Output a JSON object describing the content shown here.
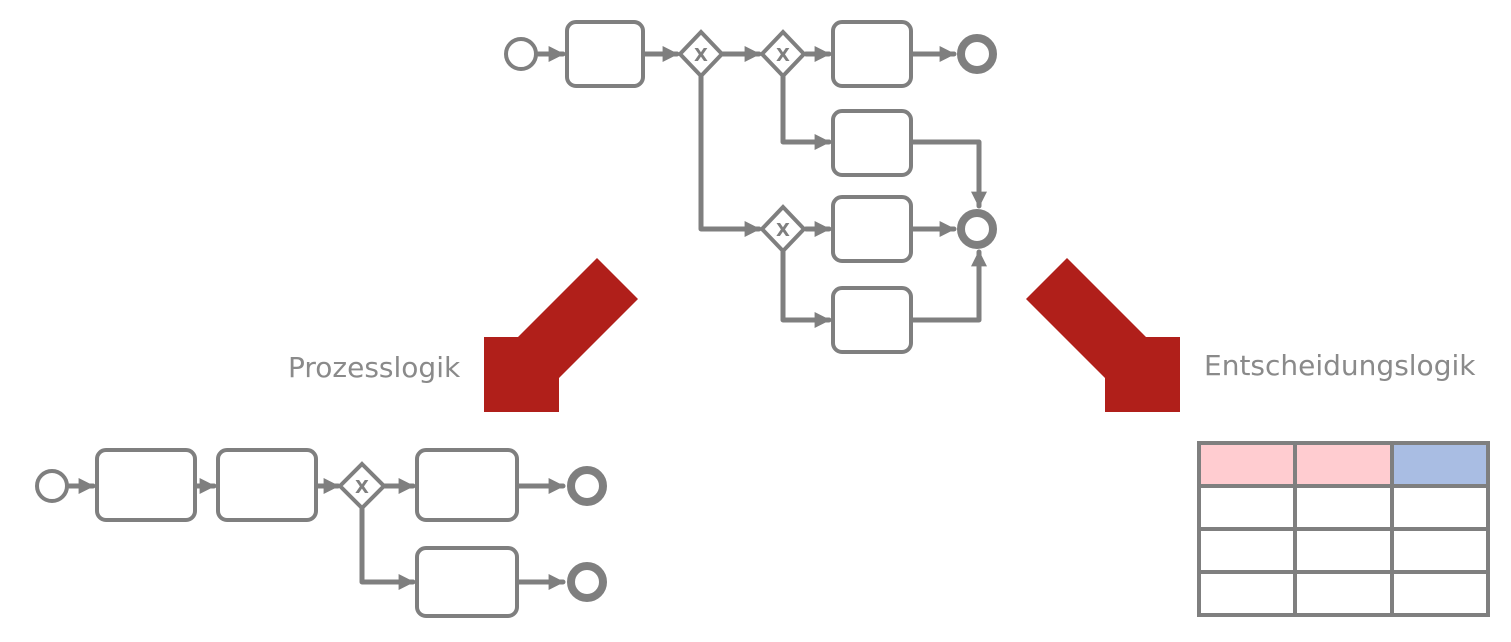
{
  "labels": {
    "left": "Prozesslogik",
    "right": "Entscheidungslogik"
  },
  "gateway_marker": "X",
  "colors": {
    "shape": "#7f7f7f",
    "arrow": "#b01f1a",
    "table_grid": "#7f7f7f",
    "table_header_input": "#ffccd0",
    "table_header_output": "#a9bde3",
    "background": "#ffffff"
  },
  "decision_table": {
    "columns": [
      "input",
      "input",
      "output"
    ],
    "body_rows": 3
  }
}
